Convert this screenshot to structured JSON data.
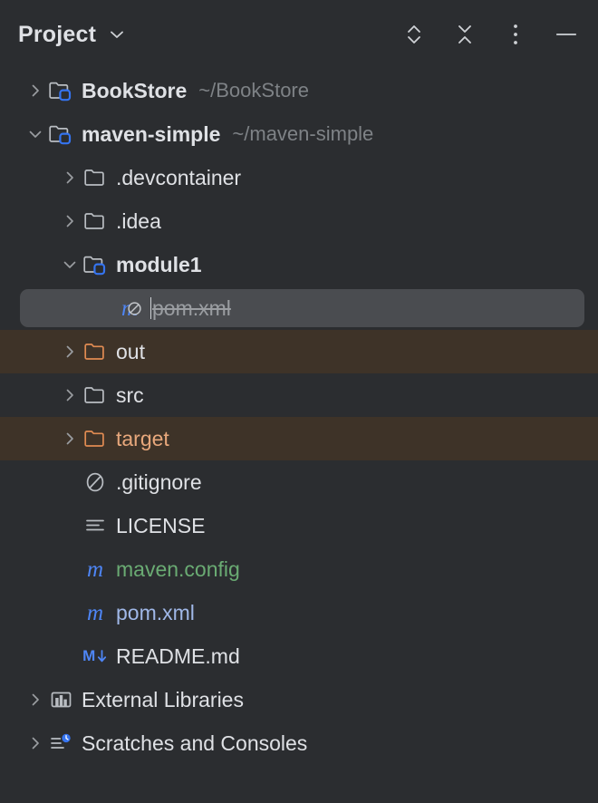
{
  "header": {
    "title": "Project",
    "title_dropdown_icon": "chevron-down-icon",
    "toolbar": [
      {
        "name": "expand-all-button",
        "icon": "expand-all-icon",
        "tooltip": "Expand All"
      },
      {
        "name": "collapse-all-button",
        "icon": "collapse-all-icon",
        "tooltip": "Collapse All"
      },
      {
        "name": "options-button",
        "icon": "more-vertical-icon",
        "tooltip": "Options"
      },
      {
        "name": "hide-button",
        "icon": "minimize-icon",
        "tooltip": "Hide"
      }
    ]
  },
  "colors": {
    "background": "#2b2d30",
    "excluded_row_background": "#3e3328",
    "selection_background": "#4a4c50",
    "text": "#dfe1e5",
    "path_text": "#7e8286",
    "accent_blue": "#4e86f7",
    "vcs_added_green": "#6aab73",
    "vcs_modified_blue": "#a0b8e8",
    "excluded_orange": "#e8a87c",
    "ignored_gray": "#9a9da1"
  },
  "tree": [
    {
      "name": "BookStore",
      "path": "~/BookStore",
      "icon": "module-folder-icon",
      "level": 0,
      "arrow": "collapsed",
      "bold": true,
      "style": "default",
      "row_style": "normal"
    },
    {
      "name": "maven-simple",
      "path": "~/maven-simple",
      "icon": "module-folder-icon",
      "level": 0,
      "arrow": "expanded",
      "bold": true,
      "style": "default",
      "row_style": "normal"
    },
    {
      "name": ".devcontainer",
      "path": "",
      "icon": "folder-icon",
      "level": 1,
      "arrow": "collapsed",
      "bold": false,
      "style": "default",
      "row_style": "normal"
    },
    {
      "name": ".idea",
      "path": "",
      "icon": "folder-icon",
      "level": 1,
      "arrow": "collapsed",
      "bold": false,
      "style": "default",
      "row_style": "normal"
    },
    {
      "name": "module1",
      "path": "",
      "icon": "module-folder-icon",
      "level": 1,
      "arrow": "expanded",
      "bold": true,
      "style": "default",
      "row_style": "normal"
    },
    {
      "name": "pom.xml",
      "path": "",
      "icon": "maven-ignored-icon",
      "level": 2,
      "arrow": "none",
      "bold": false,
      "style": "ignored",
      "row_style": "selected"
    },
    {
      "name": "out",
      "path": "",
      "icon": "excluded-folder-icon",
      "level": 1,
      "arrow": "collapsed",
      "bold": false,
      "style": "default",
      "row_style": "excluded"
    },
    {
      "name": "src",
      "path": "",
      "icon": "folder-icon",
      "level": 1,
      "arrow": "collapsed",
      "bold": false,
      "style": "default",
      "row_style": "normal"
    },
    {
      "name": "target",
      "path": "",
      "icon": "excluded-folder-icon",
      "level": 1,
      "arrow": "collapsed",
      "bold": false,
      "style": "excluded-text",
      "row_style": "excluded"
    },
    {
      "name": ".gitignore",
      "path": "",
      "icon": "gitignore-icon",
      "level": 1,
      "arrow": "none",
      "bold": false,
      "style": "default",
      "row_style": "normal"
    },
    {
      "name": "LICENSE",
      "path": "",
      "icon": "text-file-icon",
      "level": 1,
      "arrow": "none",
      "bold": false,
      "style": "default",
      "row_style": "normal"
    },
    {
      "name": "maven.config",
      "path": "",
      "icon": "maven-icon",
      "level": 1,
      "arrow": "none",
      "bold": false,
      "style": "vcs-added",
      "row_style": "normal"
    },
    {
      "name": "pom.xml",
      "path": "",
      "icon": "maven-icon",
      "level": 1,
      "arrow": "none",
      "bold": false,
      "style": "vcs-modified",
      "row_style": "normal"
    },
    {
      "name": "README.md",
      "path": "",
      "icon": "markdown-icon",
      "level": 1,
      "arrow": "none",
      "bold": false,
      "style": "default",
      "row_style": "normal"
    },
    {
      "name": "External Libraries",
      "path": "",
      "icon": "libraries-icon",
      "level": 0,
      "arrow": "collapsed",
      "bold": false,
      "style": "default",
      "row_style": "normal"
    },
    {
      "name": "Scratches and Consoles",
      "path": "",
      "icon": "scratches-icon",
      "level": 0,
      "arrow": "collapsed",
      "bold": false,
      "style": "default",
      "row_style": "normal"
    }
  ]
}
